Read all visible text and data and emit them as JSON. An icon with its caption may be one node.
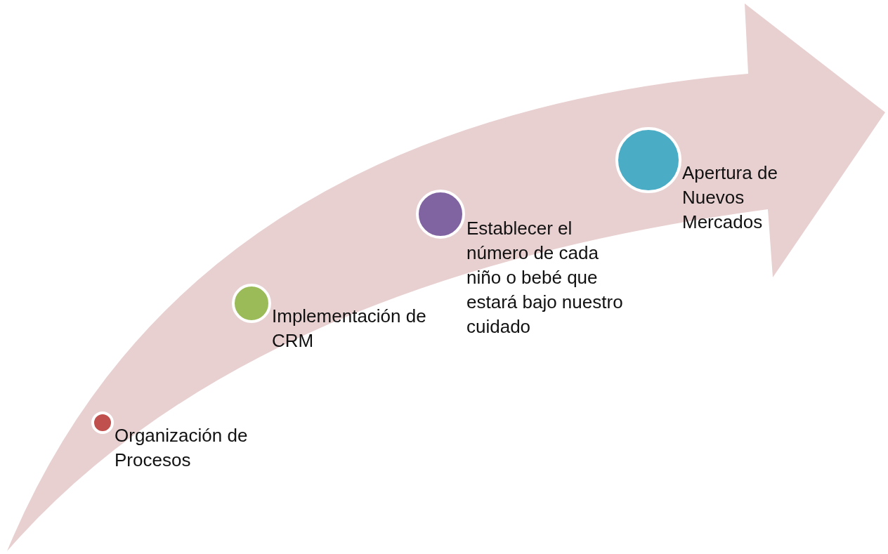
{
  "diagram": {
    "nodes": [
      {
        "text": [],
        "shape": "circle",
        "beside": [
          "Organización de Procesos"
        ]
      },
      {
        "text": [],
        "shape": "circle",
        "beside": [
          "Implementación de CRM"
        ]
      },
      {
        "text": [],
        "shape": "circle",
        "beside": [
          "Establecer el número de cada niño o bebé que estará bajo nuestro cuidado"
        ]
      },
      {
        "text": [],
        "shape": "circle",
        "beside": [
          "Apertura de Nuevos Mercados"
        ]
      }
    ]
  }
}
